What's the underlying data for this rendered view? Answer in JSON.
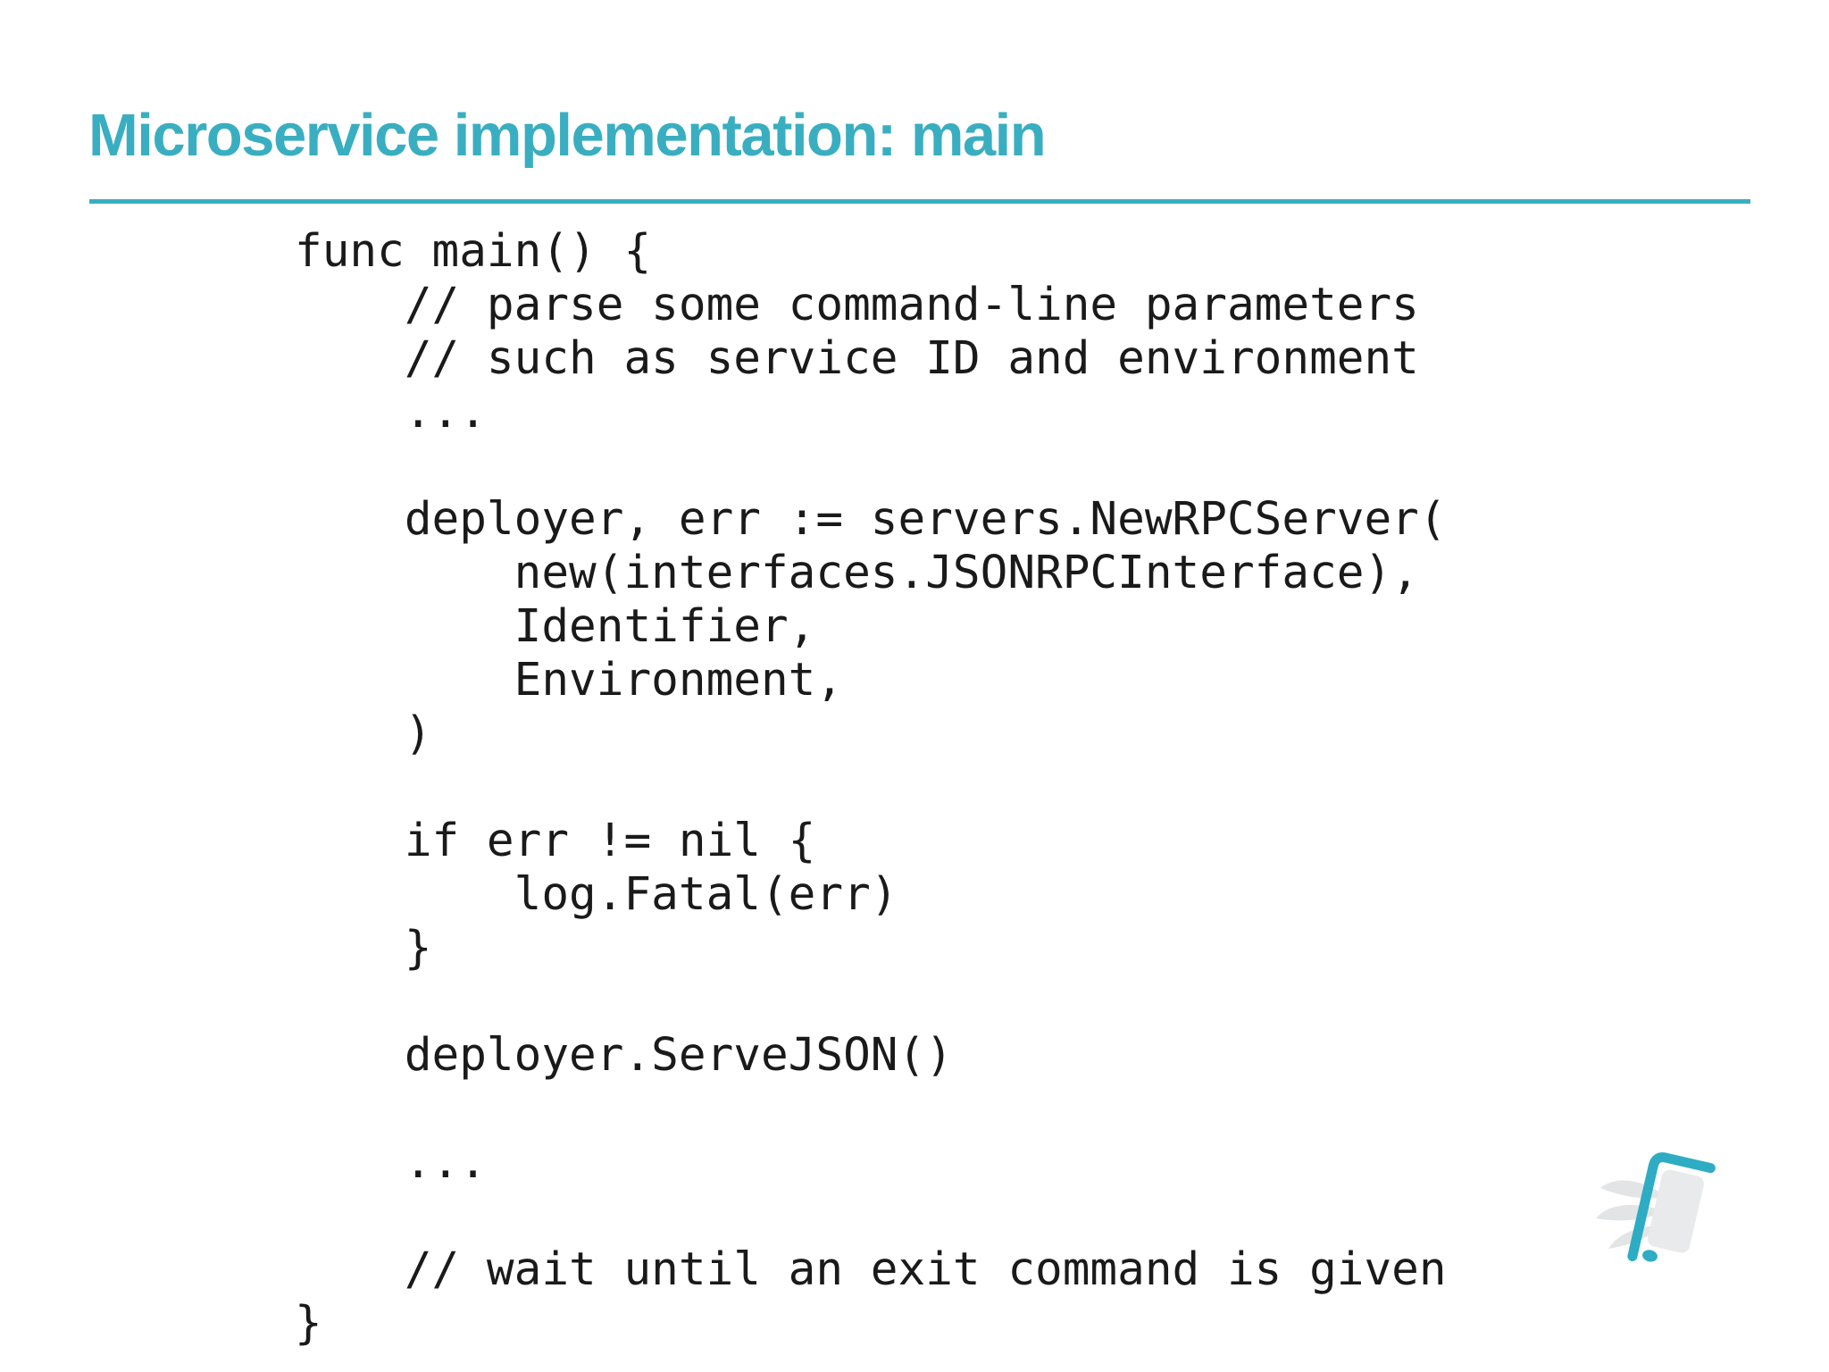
{
  "slide": {
    "title": "Microservice implementation: main",
    "code_lines": [
      "func main() {",
      "    // parse some command-line parameters",
      "    // such as service ID and environment",
      "    ...",
      "",
      "    deployer, err := servers.NewRPCServer(",
      "        new(interfaces.JSONRPCInterface),",
      "        Identifier,",
      "        Environment,",
      "    )",
      "",
      "    if err != nil {",
      "        log.Fatal(err)",
      "    }",
      "",
      "    deployer.ServeJSON()",
      "",
      "    ...",
      "",
      "    // wait until an exit command is given",
      "}"
    ]
  },
  "theme": {
    "accent_color": "#3AAEC1",
    "code_color": "#1A1A1A",
    "background_color": "#FFFFFF"
  },
  "logo": {
    "name": "winged-phone-logo",
    "phone_edge_color": "#2EACC3",
    "screen_color": "#E9EAEB",
    "wing_color": "#E3E4E5",
    "dot_color": "#2EACC3"
  }
}
